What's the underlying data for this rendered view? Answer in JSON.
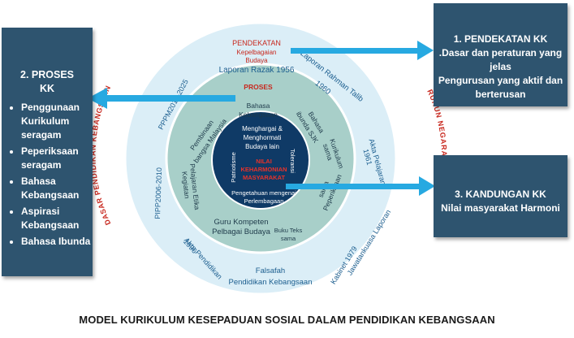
{
  "title": "MODEL KURIKULUM KESEPADUAN SOSIAL DALAM PENDIDIKAN KEBANGSAAN",
  "left_box": {
    "title_line1": "2. PROSES",
    "title_line2": "KK",
    "items": [
      "Penggunaan Kurikulum seragam",
      "Peperiksaan seragam",
      "Bahasa Kebangsaan",
      "Aspirasi Kebangsaan",
      "Bahasa Ibunda"
    ]
  },
  "right_top_box": {
    "title": "1. PENDEKATAN KK",
    "line1": ".Dasar dan peraturan yang",
    "line2": "jelas",
    "line3": "Pengurusan yang aktif dan",
    "line4": "berterusan"
  },
  "right_bottom_box": {
    "title": "3. KANDUNGAN  KK",
    "line1": "Nilai masyarakat Harmoni"
  },
  "outer_ring": {
    "pendekatan_line1": "PENDEKATAN",
    "pendekatan_line2": "Kepelbagaian",
    "pendekatan_line3": "Budaya",
    "laporan_razak": "Laporan Razak 1956",
    "laporan_rahman_talib_l1": "Laporan Rahman Talib",
    "laporan_rahman_talib_l2": "1960",
    "akta_1961_l1": "Akta Pelajaran",
    "akta_1961_l2": "1961",
    "kabinet_l1": "Jawatankuasa Laporan",
    "kabinet_l2": "Kabinet 1979",
    "falsafah_l1": "Falsafah",
    "falsafah_l2": "Pendidikan Kebangsaan",
    "akta_1996_l1": "Akta Pendidikan",
    "akta_1996_l2": "1996",
    "pipp": "PIPP2006-2010",
    "ppm": "PPPM2013-2025",
    "dasar_label": "DASAR PENDIDIKAN KEBANGSAAN",
    "rukun_label": "RUKUN NEGARA"
  },
  "middle_ring": {
    "proses": "PROSES",
    "bahasa_kebangsaan_l1": "Bahasa",
    "bahasa_kebangsaan_l2": "Kebangsaan",
    "bahasa_ibunda_l1": "Bahasa",
    "bahasa_ibunda_l2": "ibunda SJK",
    "kurikulum_l1": "Kurikulum",
    "kurikulum_l2": "sama",
    "peperiksaan_l1": "Peperiksaan",
    "peperiksaan_l2": "sama",
    "buku_teks_l1": "Buku Teks",
    "buku_teks_l2": "sama",
    "guru_l1": "Guru Kompeten",
    "guru_l2": "Pelbagai Budaya",
    "kegiatan_l1": "Kegiatan",
    "kegiatan_l2": "Pelajaran Etika",
    "pembinaan_l1": "Pembinaan",
    "pembinaan_l2": "bangsa Malaysia"
  },
  "inner_circle": {
    "menghargai_l1": "Menghargai &",
    "menghargai_l2": "Menghormati",
    "menghargai_l3": "Budaya lain",
    "patriotisme": "Patriotisme",
    "toleransi": "Toleransi",
    "nilai_l1": "NILAI",
    "nilai_l2": "KEHARMONIAN",
    "nilai_l3": "MASYARAKAT",
    "pengetahuan_l1": "Pengetahuan mengenai",
    "pengetahuan_l2": "Perlembagaan"
  },
  "colors": {
    "box": "#2e546f",
    "arrow": "#27a9e1",
    "outer_ring": "#dbeef7",
    "middle_ring": "#a8cfc9",
    "inner_circle": "#0f3a66",
    "ring_text": "#1c5e8f",
    "red": "#c8281e"
  }
}
